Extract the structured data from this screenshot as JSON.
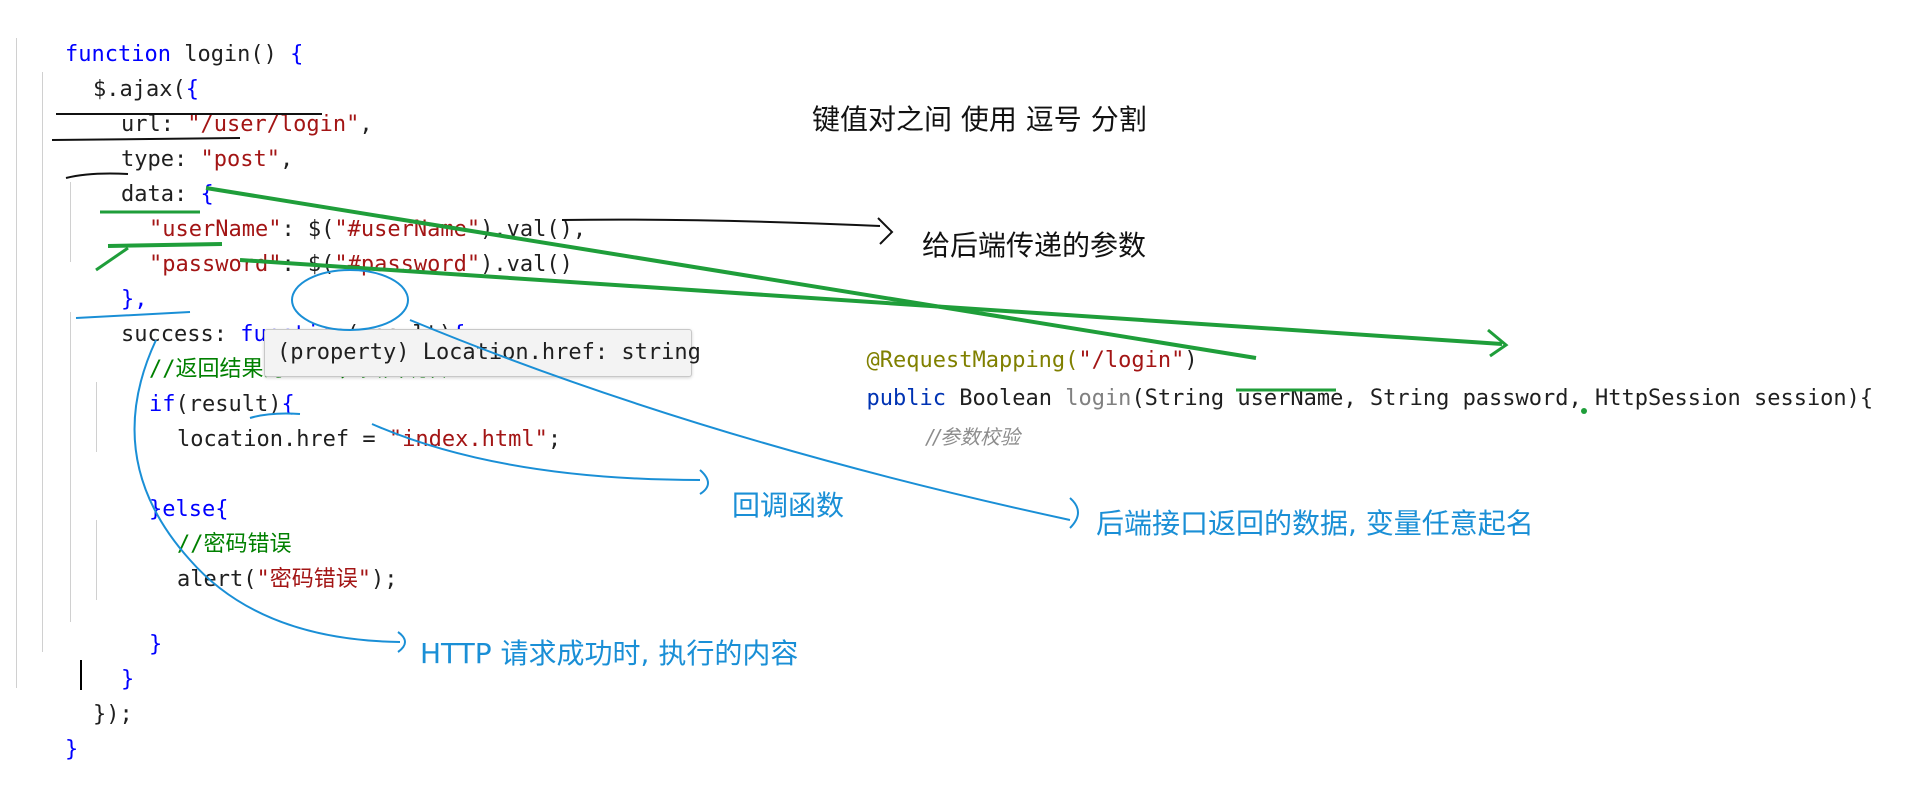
{
  "js_code": {
    "l1": {
      "kw": "function",
      "rest": " login() ",
      "brace": "{"
    },
    "l2": {
      "a": "$.ajax(",
      "brace": "{"
    },
    "l3": {
      "key": "url: ",
      "val": "\"/user/login\"",
      "end": ","
    },
    "l4": {
      "key": "type: ",
      "val": "\"post\"",
      "end": ","
    },
    "l5": {
      "key": "data: ",
      "brace": "{"
    },
    "l6": {
      "key": "\"userName\"",
      "mid": ": $(",
      "val": "\"#userName\"",
      "end": ").val(),"
    },
    "l7": {
      "key": "\"password\"",
      "mid": ": $(",
      "val": "\"#password\"",
      "end": ").val()"
    },
    "l8": {
      "text": "},"
    },
    "l9": {
      "key": "success: ",
      "kw": "function",
      "rest": "(result)",
      "brace": "{"
    },
    "l10": {
      "comment": "//返回结果为true，页面跳转"
    },
    "l11": {
      "kw": "if",
      "rest": "(result)",
      "brace": "{"
    },
    "l12": {
      "a": "location.href = ",
      "val": "\"index.html\"",
      "end": ";"
    },
    "l13": {
      "a": "}",
      "kw": "else",
      "brace": "{"
    },
    "l14": {
      "comment": "//密码错误"
    },
    "l15": {
      "a": "alert(",
      "val": "\"密码错误\"",
      "end": ");"
    },
    "l16": {
      "text": "}"
    },
    "l17": {
      "text": "}"
    },
    "l18": {
      "text": "});"
    },
    "l19": {
      "text": "}"
    }
  },
  "tooltip": {
    "text": "(property) Location.href: string"
  },
  "java_code": {
    "l1": {
      "ann": "@RequestMapping(",
      "val": "\"/login\"",
      "end": ")"
    },
    "l2": {
      "kw": "public",
      "rest": " Boolean ",
      "meth": "login",
      "args": "(String userName, String password, HttpSession session){"
    },
    "l3": {
      "comment": "//参数校验"
    }
  },
  "annotations": {
    "comma": "键值对之间 使用  逗号  分割",
    "params": "给后端传递的参数",
    "callback": "回调函数",
    "result": "后端接口返回的数据, 变量任意起名",
    "success": "HTTP  请求成功时, 执行的内容"
  },
  "colors": {
    "keyword": "#0000ff",
    "string": "#a31515",
    "comment": "#008000",
    "annotation_green": "#1f9e3a",
    "annotation_blue": "#1a8fd6"
  }
}
